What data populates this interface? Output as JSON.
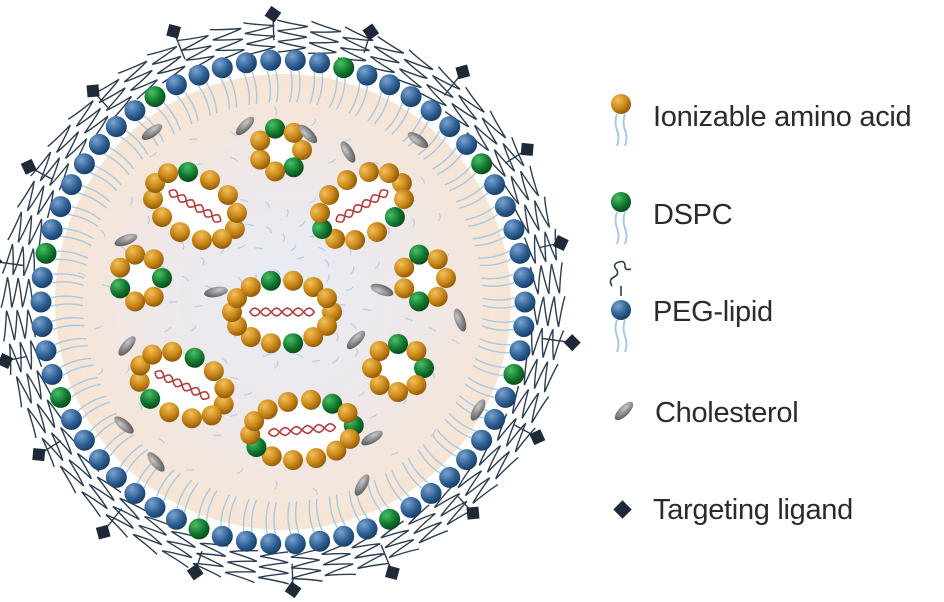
{
  "figure": {
    "description_free": true,
    "colors": {
      "amino_acid": "#c07f16",
      "amino_acid_light": "#e4a43a",
      "dspc": "#0f6e2c",
      "dspc_light": "#2aa14a",
      "peg_lipid": "#2b5b8c",
      "peg_lipid_light": "#4f80b8",
      "cholesterol": "#7f7f7f",
      "ligand": "#1f2a38",
      "tail": "#a9c8e4",
      "core_fill": "#f6e6d8",
      "core_inner": "#e8eef6",
      "mrna": "#b04040"
    }
  },
  "legend": {
    "items": [
      {
        "key": "amino",
        "label": "Ionizable amino acid",
        "icon": "orange-bead-icon"
      },
      {
        "key": "dspc",
        "label": "DSPC",
        "icon": "green-bead-icon"
      },
      {
        "key": "peg",
        "label": "PEG-lipid",
        "icon": "peg-lipid-icon"
      },
      {
        "key": "chol",
        "label": "Cholesterol",
        "icon": "cholesterol-icon"
      },
      {
        "key": "ligand",
        "label": "Targeting ligand",
        "icon": "ligand-diamond-icon"
      }
    ]
  }
}
